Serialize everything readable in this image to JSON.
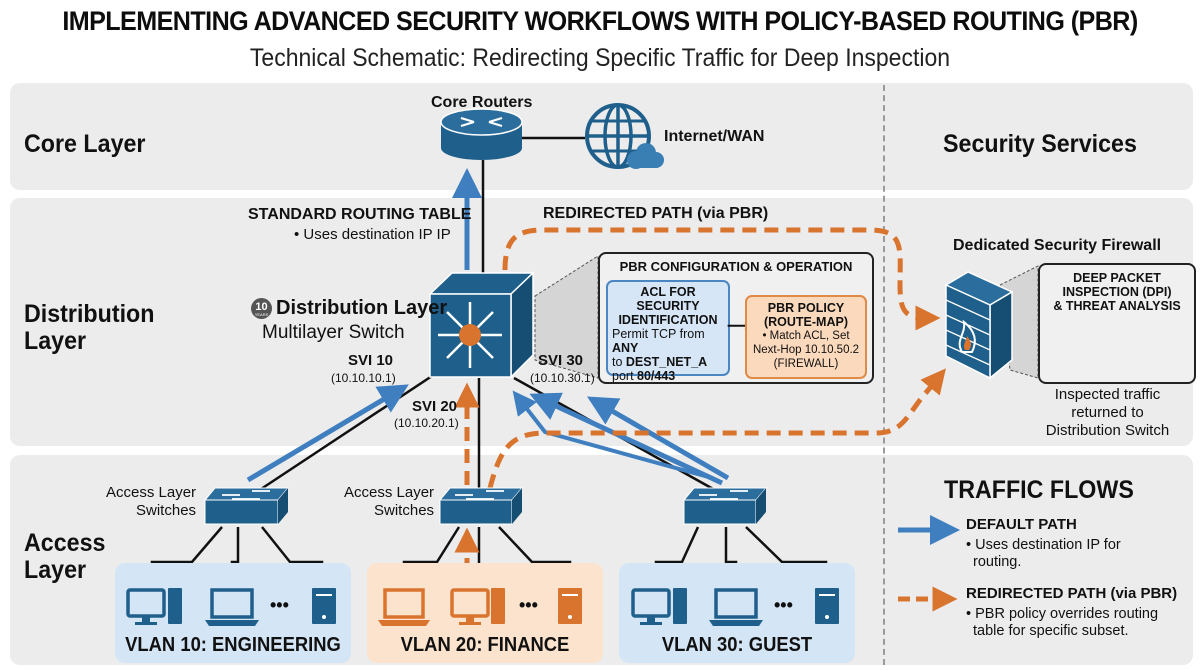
{
  "header": {
    "title": "IMPLEMENTING ADVANCED SECURITY WORKFLOWS WITH POLICY-BASED ROUTING (PBR)",
    "subtitle": "Technical Schematic: Redirecting Specific Traffic for Deep Inspection"
  },
  "colors": {
    "primary_blue": "#1f5f8b",
    "default_path_blue": "#3f7fc0",
    "redirect_orange": "#d9742f",
    "band_gray": "#ececec",
    "vlan_blue_bg": "#d4e5f5",
    "vlan_orange_bg": "#fbe3cd"
  },
  "layers": {
    "core": "Core Layer",
    "distribution": [
      "Distribution",
      "Layer"
    ],
    "access": [
      "Access",
      "Layer"
    ],
    "security": "Security Services"
  },
  "core": {
    "routers_label": "Core Routers",
    "internet_label": "Internet/WAN"
  },
  "distribution": {
    "standard_routing_title": "STANDARD ROUTING TABLE",
    "standard_routing_bullet": "• Uses destination IP IP",
    "redirected_path_label": "REDIRECTED PATH (via PBR)",
    "badge_number": "10",
    "badge_sub": "YEARS",
    "switch_title": "Distribution Layer",
    "switch_subtitle": "Multilayer Switch",
    "svis": [
      {
        "name": "SVI 10",
        "ip": "(10.10.10.1)"
      },
      {
        "name": "SVI 20",
        "ip": "(10.10.20.1)"
      },
      {
        "name": "SVI 30",
        "ip": "(10.10.30.1)"
      }
    ]
  },
  "pbr": {
    "title": "PBR CONFIGURATION & OPERATION",
    "acl": {
      "title_line1": "ACL FOR SECURITY",
      "title_line2": "IDENTIFICATION",
      "line1_prefix": "Permit TCP from ",
      "line1_bold": "ANY",
      "line2_prefix": "to ",
      "line2_bold": "DEST_NET_A",
      "line3_prefix": "port ",
      "line3_bold": "80/443"
    },
    "policy": {
      "title_line1": "PBR POLICY",
      "title_line2": "(ROUTE-MAP)",
      "line1": "• Match ACL, Set",
      "line2": "Next-Hop 10.10.50.2",
      "line3": "(FIREWALL)"
    }
  },
  "security": {
    "firewall_label": "Dedicated Security Firewall",
    "dpi_line1": "DEEP PACKET",
    "dpi_line2": "INSPECTION (DPI)",
    "dpi_line3": "& THREAT ANALYSIS",
    "return_line1": "Inspected traffic",
    "return_line2": "returned to",
    "return_line3": "Distribution Switch"
  },
  "access": {
    "switch_label_line1": "Access Layer",
    "switch_label_line2": "Switches",
    "vlans": [
      {
        "label": "VLAN 10: ENGINEERING",
        "color": "blue"
      },
      {
        "label": "VLAN 20: FINANCE",
        "color": "orange"
      },
      {
        "label": "VLAN 30: GUEST",
        "color": "blue"
      }
    ],
    "ellipsis": "• • •"
  },
  "legend": {
    "title": "TRAFFIC FLOWS",
    "items": [
      {
        "name": "DEFAULT PATH",
        "line1": "• Uses destination IP for",
        "line2": "routing.",
        "style": "solid-blue"
      },
      {
        "name": "REDIRECTED PATH (via PBR)",
        "line1": "• PBR policy overrides routing",
        "line2": "table for specific subset.",
        "style": "dashed-orange"
      }
    ]
  }
}
